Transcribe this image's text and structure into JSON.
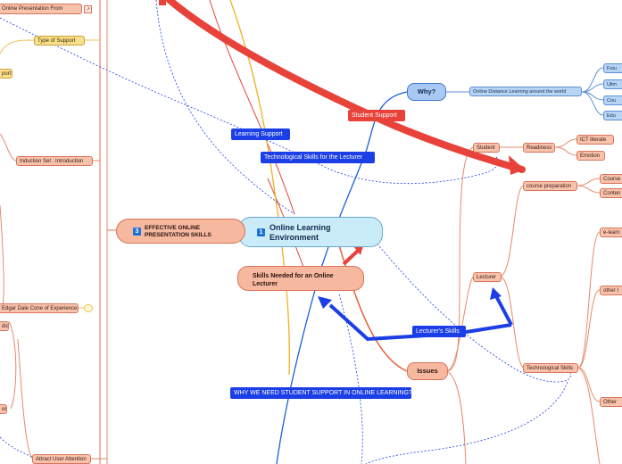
{
  "central": {
    "badge": "1",
    "title_line1": "Online Learning",
    "title_line2": "Environment"
  },
  "effective": {
    "badge": "3",
    "line1": "EFFECTIVE ONLINE",
    "line2": "PRESENTATION SKILLS"
  },
  "skills_node": {
    "line1": "Skills Needed for an Online",
    "line2": "Lecturer"
  },
  "issues": "Issues",
  "why": "Why?",
  "why_child": "Online Distance Learning around the world",
  "why_leaves": [
    "Futu",
    "Ulim",
    "Cou",
    "Edu"
  ],
  "student": "Student",
  "readiness": "Readiness",
  "ict": "ICT literate",
  "emotion": "Emotion",
  "lecturer": "Lecturer",
  "course_prep": "course preparation",
  "course": "Course",
  "content": "Conten",
  "tech_skills": "Technological Skills",
  "e_learn": "e-learn",
  "other1": "other I",
  "other2": "Other",
  "left_nodes": {
    "online_pres": "Online Presentation From",
    "type_support": "Type of Support",
    "port": "port",
    "induction": "Induction Set : Introduction",
    "edgar": "Edgar Dale Cone of Experience",
    "dio": "dio",
    "on": "on",
    "attract": "Attract User Attention"
  },
  "labels": {
    "student_support": "Student Support",
    "learning_support": "Learning Support",
    "tech_skills_lecturer": "Technological Skills  for the Lecturer",
    "lecturers_skills": "Lecturer's Skills",
    "why_support": "WHY WE NEED STUDENT SUPPORT IN ONLINE LEARNING?"
  },
  "colors": {
    "salmon": "#f7c3ad",
    "blue_label": "#1b3ee6",
    "red_arrow": "#e8433a",
    "central": "#c9ecf8"
  }
}
